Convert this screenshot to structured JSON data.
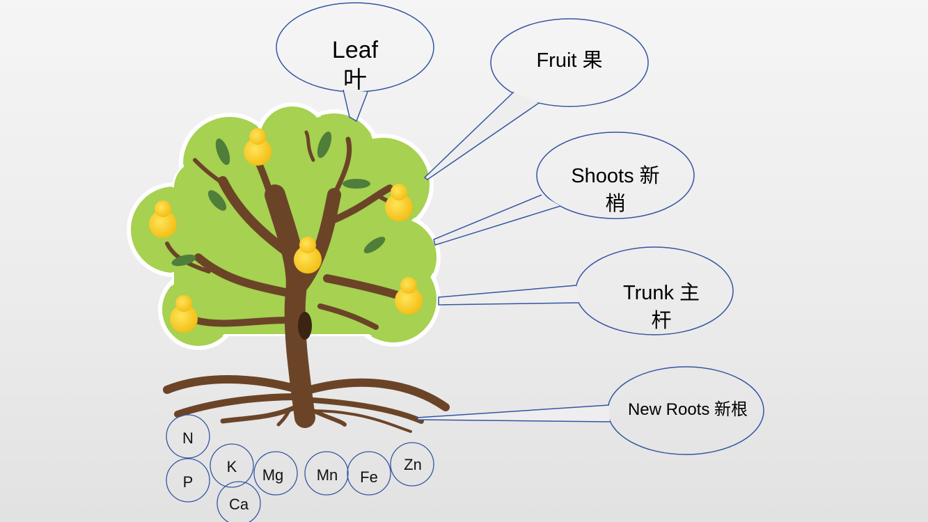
{
  "callouts": {
    "leaf": {
      "line1": "Leaf",
      "line2": "叶"
    },
    "fruit": {
      "line1": "Fruit  果"
    },
    "shoots": {
      "line1": "Shoots 新",
      "line2": "梢"
    },
    "trunk": {
      "line1": "Trunk  主",
      "line2": "杆"
    },
    "roots": {
      "line1": "New Roots   新根"
    }
  },
  "nutrients": [
    "N",
    "K",
    "Mg",
    "Mn",
    "Fe",
    "Zn",
    "P",
    "Ca"
  ],
  "colors": {
    "canopy": "#a6d151",
    "canopy_edge": "#ffffff",
    "trunk": "#6b4428",
    "pear": "#f6c821",
    "leaf_dark": "#4f7d3a",
    "callout_stroke": "#3355a0"
  }
}
